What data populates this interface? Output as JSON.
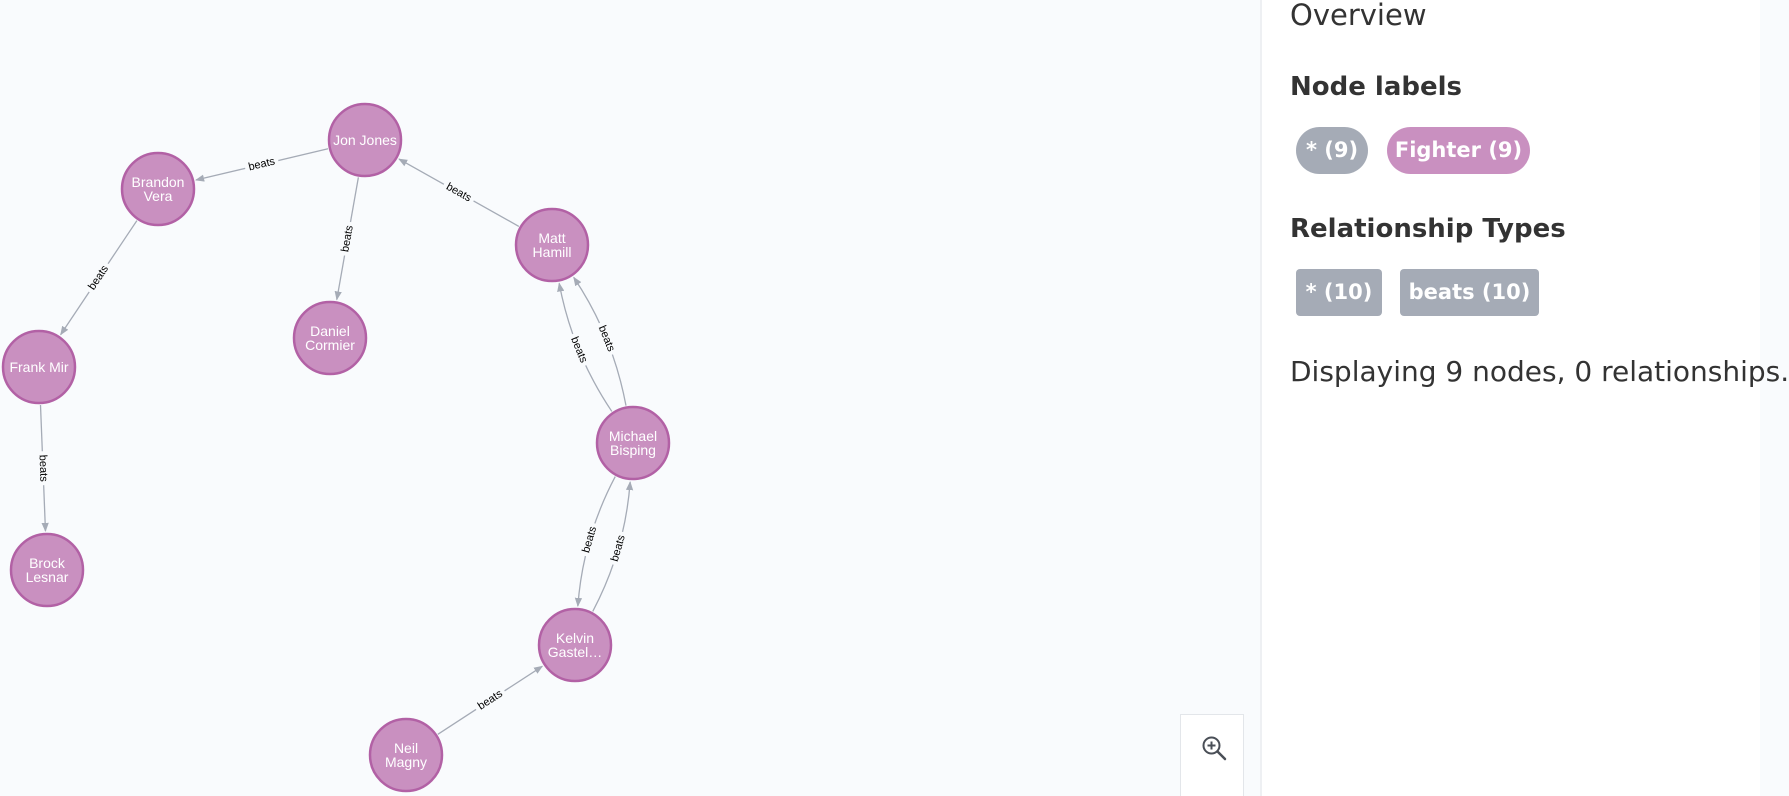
{
  "graph": {
    "nodes": [
      {
        "id": "jon",
        "lines": [
          "Jon Jones"
        ]
      },
      {
        "id": "brandon",
        "lines": [
          "Brandon",
          "Vera"
        ]
      },
      {
        "id": "frank",
        "lines": [
          "Frank Mir"
        ]
      },
      {
        "id": "brock",
        "lines": [
          "Brock",
          "Lesnar"
        ]
      },
      {
        "id": "daniel",
        "lines": [
          "Daniel",
          "Cormier"
        ]
      },
      {
        "id": "matt",
        "lines": [
          "Matt",
          "Hamill"
        ]
      },
      {
        "id": "michael",
        "lines": [
          "Michael",
          "Bisping"
        ]
      },
      {
        "id": "kelvin",
        "lines": [
          "Kelvin",
          "Gastel…"
        ]
      },
      {
        "id": "neil",
        "lines": [
          "Neil",
          "Magny"
        ]
      }
    ],
    "relationships": [
      {
        "from": "jon",
        "to": "brandon",
        "label": "beats"
      },
      {
        "from": "brandon",
        "to": "frank",
        "label": "beats"
      },
      {
        "from": "frank",
        "to": "brock",
        "label": "beats"
      },
      {
        "from": "jon",
        "to": "daniel",
        "label": "beats"
      },
      {
        "from": "matt",
        "to": "jon",
        "label": "beats"
      },
      {
        "from": "michael",
        "to": "matt",
        "label": "beats"
      },
      {
        "from": "michael",
        "to": "matt",
        "label": "beats"
      },
      {
        "from": "michael",
        "to": "kelvin",
        "label": "beats"
      },
      {
        "from": "kelvin",
        "to": "michael",
        "label": "beats"
      },
      {
        "from": "neil",
        "to": "kelvin",
        "label": "beats"
      }
    ]
  },
  "sidebar": {
    "title": "Overview",
    "node_labels_heading": "Node labels",
    "node_label_pills": [
      {
        "text": "* (9)",
        "color": "#a5abb6"
      },
      {
        "text": "Fighter (9)",
        "color": "#c990c0"
      }
    ],
    "relationship_types_heading": "Relationship Types",
    "relationship_pills": [
      {
        "text": "* (10)",
        "color": "#a5abb6"
      },
      {
        "text": "beats (10)",
        "color": "#a5abb6"
      }
    ],
    "status": "Displaying 9 nodes, 0 relationships."
  },
  "controls": {
    "zoom_icon": "zoom-in-icon"
  },
  "colors": {
    "node_fill": "#c990c0",
    "node_stroke": "#b261a5",
    "edge": "#a5abb6"
  }
}
